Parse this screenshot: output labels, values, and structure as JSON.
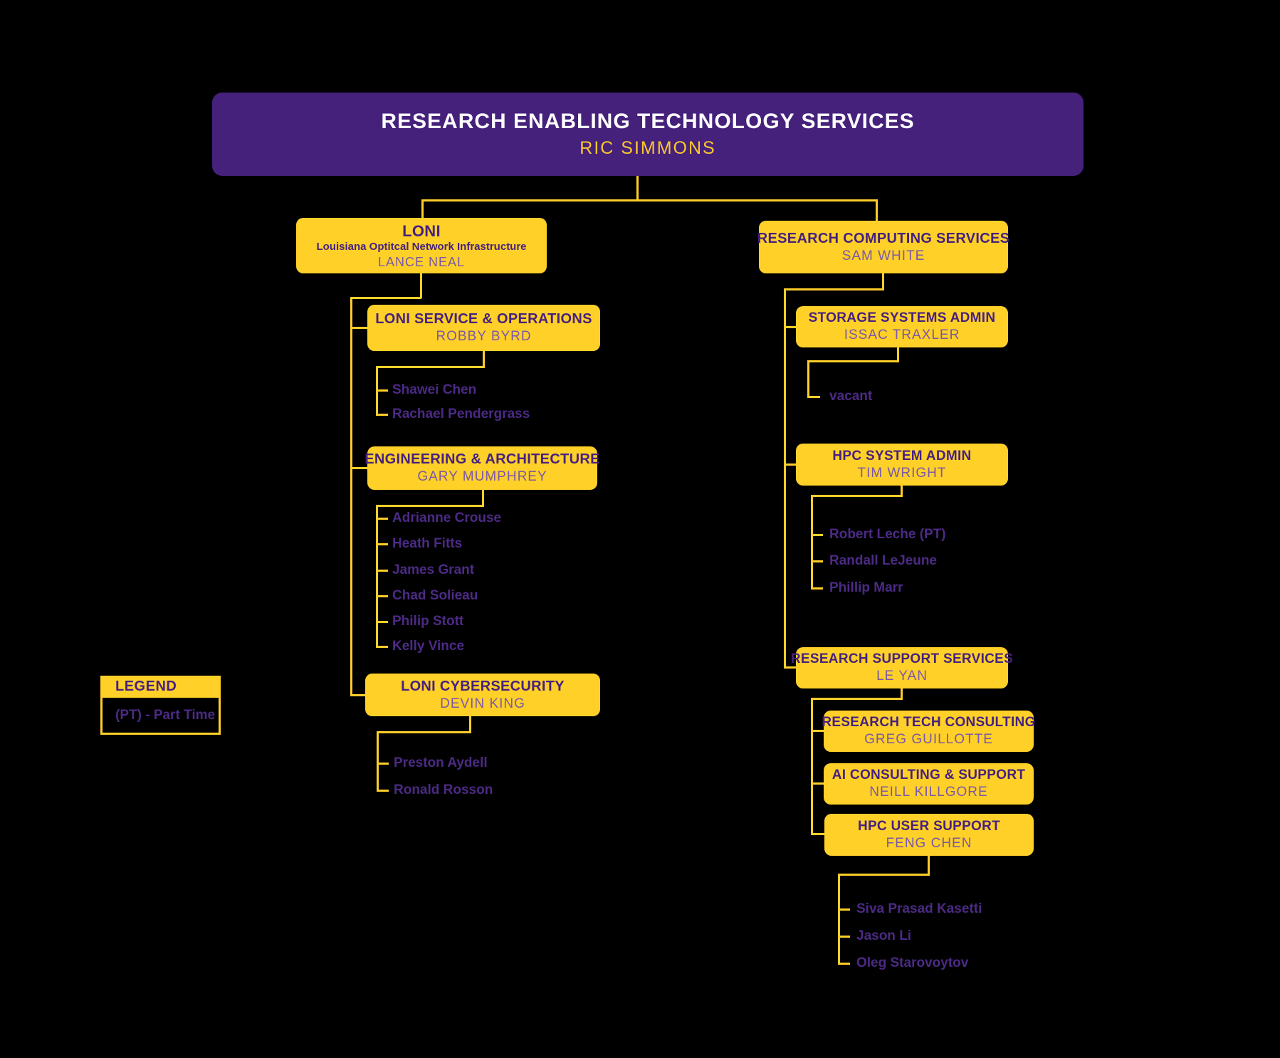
{
  "root": {
    "title": "RESEARCH ENABLING TECHNOLOGY SERVICES",
    "name": "RIC SIMMONS"
  },
  "legend": {
    "title": "LEGEND",
    "note": "(PT) - Part Time"
  },
  "colors": {
    "brand_purple": "#45217C",
    "brand_gold": "#FFD028",
    "title_text": "#46217E",
    "person_text": "#7A58A8",
    "member_text": "#4C2A85",
    "root_title_text": "#FFFFFF",
    "root_name_text": "#FDC82D",
    "background": "#000000"
  },
  "left": {
    "loni": {
      "title": "LONI",
      "subtitle": "Louisiana Optitcal Network Infrastructure",
      "name": "LANCE NEAL"
    },
    "service_ops": {
      "title": "LONI SERVICE & OPERATIONS",
      "name": "ROBBY BYRD",
      "members": [
        "Shawei Chen",
        "Rachael Pendergrass"
      ]
    },
    "engineering": {
      "title": "ENGINEERING & ARCHITECTURE",
      "name": "GARY MUMPHREY",
      "members": [
        "Adrianne Crouse",
        "Heath Fitts",
        "James Grant",
        "Chad Solieau",
        "Philip Stott",
        "Kelly Vince"
      ]
    },
    "cybersecurity": {
      "title": "LONI CYBERSECURITY",
      "name": "DEVIN KING",
      "members": [
        "Preston Aydell",
        "Ronald Rosson"
      ]
    }
  },
  "right": {
    "computing": {
      "title": "RESEARCH COMPUTING SERVICES",
      "name": "SAM WHITE"
    },
    "storage": {
      "title": "STORAGE SYSTEMS ADMIN",
      "name": "ISSAC TRAXLER",
      "members": [
        "vacant"
      ]
    },
    "hpc_admin": {
      "title": "HPC SYSTEM ADMIN",
      "name": "TIM WRIGHT",
      "members": [
        "Robert Leche (PT)",
        "Randall LeJeune",
        "Phillip Marr"
      ]
    },
    "support": {
      "title": "RESEARCH SUPPORT SERVICES",
      "name": "LE YAN"
    },
    "tech_consulting": {
      "title": "RESEARCH TECH CONSULTING",
      "name": "GREG GUILLOTTE"
    },
    "ai_consulting": {
      "title": "AI CONSULTING & SUPPORT",
      "name": "NEILL KILLGORE"
    },
    "hpc_user": {
      "title": "HPC USER SUPPORT",
      "name": "FENG CHEN",
      "members": [
        "Siva Prasad Kasetti",
        "Jason Li",
        "Oleg Starovoytov"
      ]
    }
  }
}
